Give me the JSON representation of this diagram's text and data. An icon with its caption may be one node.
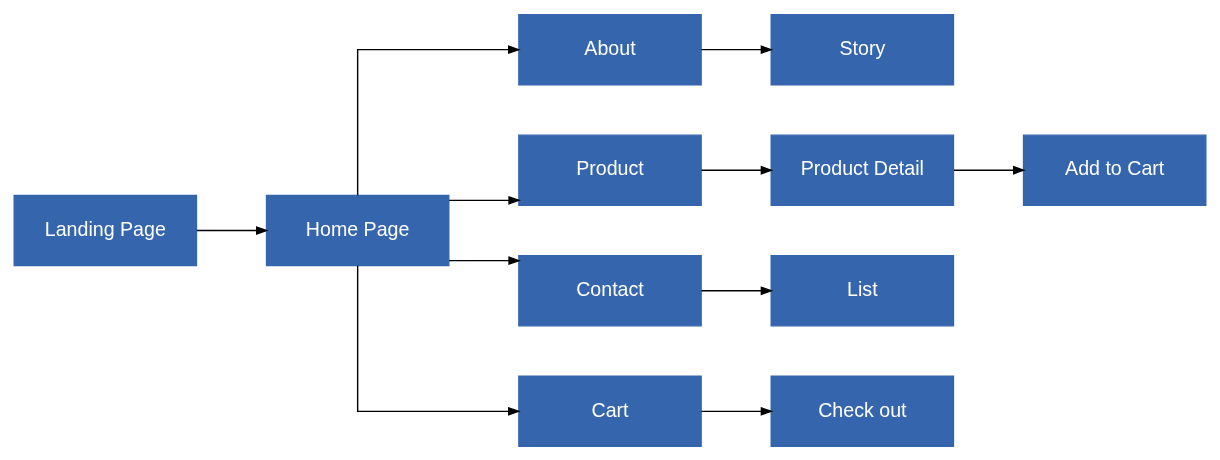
{
  "diagram": {
    "nodes": [
      {
        "text": [
          "Landing Page"
        ]
      },
      {
        "text": [
          "Home Page"
        ]
      },
      {
        "text": [
          "About"
        ]
      },
      {
        "text": [
          "Story"
        ]
      },
      {
        "text": [
          "Product"
        ]
      },
      {
        "text": [
          "Product Detail"
        ]
      },
      {
        "text": [
          "Add to Cart"
        ]
      },
      {
        "text": [
          "Contact"
        ]
      },
      {
        "text": [
          "List"
        ]
      },
      {
        "text": [
          "Cart"
        ]
      },
      {
        "text": [
          "Check out"
        ]
      }
    ],
    "edges": [
      {
        "from": 0,
        "to": 1,
        "arrow": "to"
      },
      {
        "from": 1,
        "to": 2,
        "arrow": "to"
      },
      {
        "from": 1,
        "to": 4,
        "arrow": "to"
      },
      {
        "from": 1,
        "to": 7,
        "arrow": "to"
      },
      {
        "from": 1,
        "to": 9,
        "arrow": "to"
      },
      {
        "from": 2,
        "to": 3,
        "arrow": "to"
      },
      {
        "from": 4,
        "to": 5,
        "arrow": "to"
      },
      {
        "from": 5,
        "to": 6,
        "arrow": "to"
      },
      {
        "from": 7,
        "to": 8,
        "arrow": "to"
      },
      {
        "from": 9,
        "to": 10,
        "arrow": "to"
      }
    ]
  }
}
